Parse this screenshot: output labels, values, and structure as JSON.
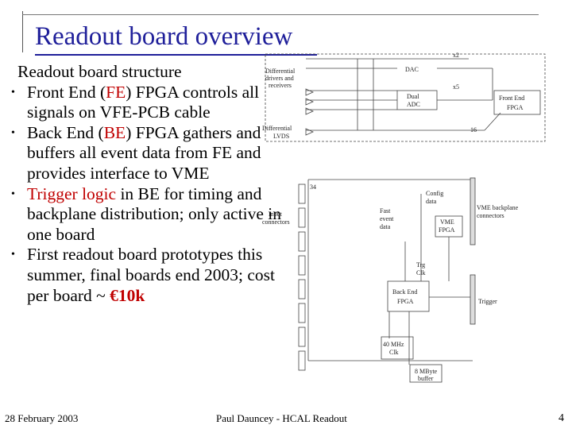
{
  "slide": {
    "title": "Readout board overview",
    "heading": "Readout board structure",
    "bullets": [
      {
        "segments": [
          {
            "text": "Front End (",
            "color": "#000000"
          },
          {
            "text": "FE",
            "color": "#c00000"
          },
          {
            "text": ") FPGA controls all signals on VFE-PCB cable",
            "color": "#000000"
          }
        ]
      },
      {
        "segments": [
          {
            "text": "Back End (",
            "color": "#000000"
          },
          {
            "text": "BE",
            "color": "#c00000"
          },
          {
            "text": ") FPGA gathers and buffers all event data from FE and provides interface to VME",
            "color": "#000000"
          }
        ]
      },
      {
        "segments": [
          {
            "text": "Trigger logic",
            "color": "#c00000"
          },
          {
            "text": " in BE for timing and backplane distribution; only active in one board",
            "color": "#000000"
          }
        ]
      },
      {
        "segments": [
          {
            "text": "First readout board prototypes this summer, final boards end 2003; cost per board ~ ",
            "color": "#000000"
          },
          {
            "text": "€10k",
            "color": "#c00000",
            "bold": true
          }
        ]
      }
    ]
  },
  "diagram": {
    "x2": "x2",
    "dac": "DAC",
    "x5": "x5",
    "diff_drivers": [
      "Differential",
      "drivers and",
      "receivers"
    ],
    "dual_adc": [
      "Dual",
      "ADC"
    ],
    "front_end_fpga": [
      "Front End",
      "FPGA"
    ],
    "diff_lvds": [
      "Differential",
      "LVDS"
    ],
    "bus16": "16",
    "bus34": "34",
    "config_data": [
      "Config",
      "data"
    ],
    "vme_connectors": [
      "VME backplane",
      "connectors"
    ],
    "input_connectors": [
      "Input",
      "connectors"
    ],
    "fast_event_data": [
      "Fast",
      "event",
      "data"
    ],
    "vme_fpga": [
      "VME",
      "FPGA"
    ],
    "trg_clk": [
      "Trg",
      "Clk"
    ],
    "back_end_fpga": [
      "Back End",
      "FPGA"
    ],
    "trigger": "Trigger",
    "clk_40": [
      "40 MHz",
      "Clk"
    ],
    "buffer_8mb": [
      "8 MByte",
      "buffer"
    ]
  },
  "footer": {
    "date": "28 February 2003",
    "center": "Paul Dauncey - HCAL Readout",
    "page": "4"
  }
}
